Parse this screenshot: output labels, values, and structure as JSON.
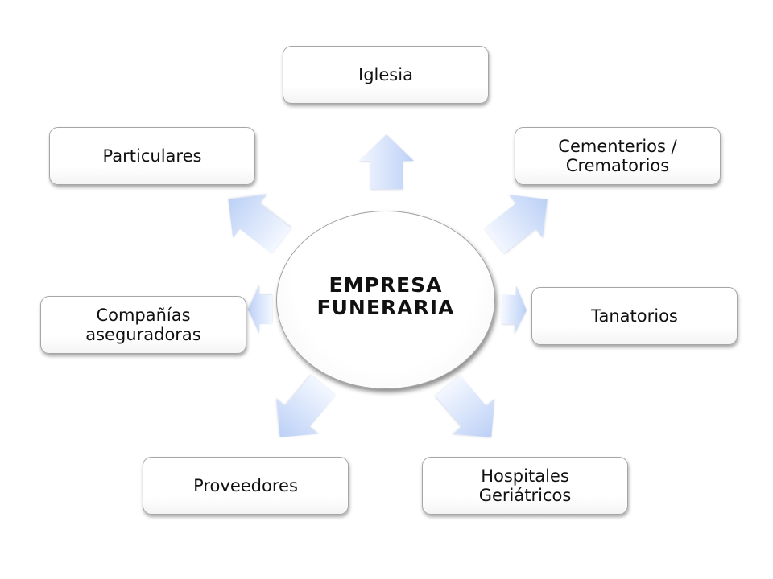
{
  "center": {
    "label": "EMPRESA\nFUNERARIA"
  },
  "nodes": [
    {
      "id": "iglesia",
      "label": "Iglesia"
    },
    {
      "id": "cementerios",
      "label": "Cementerios  /\nCrematorios"
    },
    {
      "id": "tanatorios",
      "label": "Tanatorios"
    },
    {
      "id": "hospitales",
      "label": "Hospitales\nGeriátricos"
    },
    {
      "id": "proveedores",
      "label": "Proveedores"
    },
    {
      "id": "companias",
      "label": "Compañías\naseguradoras"
    },
    {
      "id": "particulares",
      "label": "Particulares"
    }
  ],
  "colors": {
    "arrow_light": "#f2f6ff",
    "arrow_dark": "#bcd0f6",
    "box_border": "#a6a6a6"
  }
}
